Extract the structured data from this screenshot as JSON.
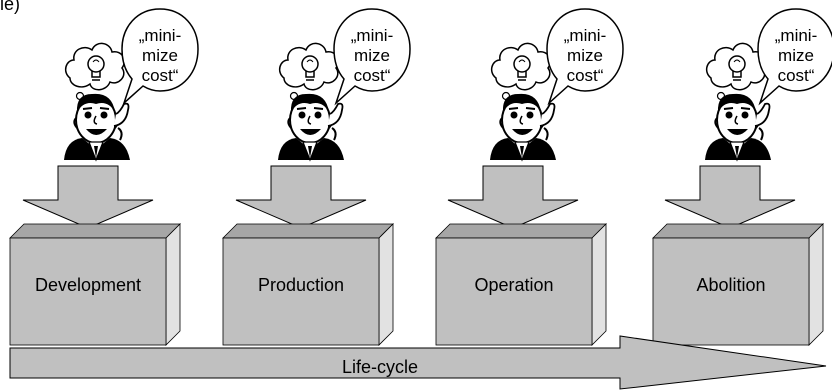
{
  "top_fragment": "le)",
  "stages": [
    {
      "label": "Development",
      "thought_lines": [
        "„mini-",
        "mize",
        "cost“"
      ]
    },
    {
      "label": "Production",
      "thought_lines": [
        "„mini-",
        "mize",
        "cost“"
      ]
    },
    {
      "label": "Operation",
      "thought_lines": [
        "„mini-",
        "mize",
        "cost“"
      ]
    },
    {
      "label": "Abolition",
      "thought_lines": [
        "„mini-",
        "mize",
        "cost“"
      ]
    }
  ],
  "timeline": {
    "label": "Life-cycle"
  },
  "colors": {
    "box_front": "#c0c0c0",
    "box_top": "#a6a6a6",
    "box_side": "#e2e2e2",
    "arrow_fill": "#c0c0c0",
    "outline": "#000000"
  },
  "icons": [
    "thinking-man-icon",
    "lightbulb-icon",
    "speech-bubble-icon",
    "down-arrow-icon"
  ]
}
